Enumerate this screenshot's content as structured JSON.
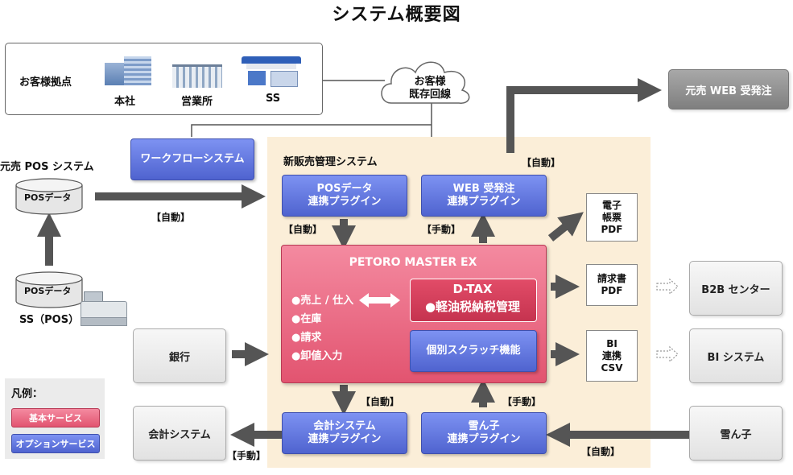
{
  "title": "システム概要図",
  "customer": {
    "label": "お客様拠点",
    "sites": [
      "本社",
      "営業所",
      "SS"
    ]
  },
  "cloud": {
    "line1": "お客様",
    "line2": "既存回線"
  },
  "web_order": "元売 WEB 受発注",
  "workflow": "ワークフローシステム",
  "pos_system": {
    "title": "元売 POS システム",
    "db_label": "POSデータ"
  },
  "ss_pos": {
    "db_label": "POSデータ",
    "label": "SS（POS）"
  },
  "panel_title": "新販売管理システム",
  "plugins": {
    "pos": [
      "POSデータ",
      "連携プラグイン"
    ],
    "web": [
      "WEB 受発注",
      "連携プラグイン"
    ],
    "account": [
      "会計システム",
      "連携プラグイン"
    ],
    "yukinko": [
      "雪ん子",
      "連携プラグイン"
    ]
  },
  "core": {
    "title": "PETORO MASTER EX",
    "items": [
      "●売上 / 仕入",
      "●在庫",
      "●請求",
      "●卸値入力"
    ],
    "dtax_line1": "D-TAX",
    "dtax_line2": "●軽油税納税管理",
    "scratch": "個別スクラッチ機能"
  },
  "docs": {
    "ledger": [
      "電子",
      "帳票",
      "PDF"
    ],
    "invoice": [
      "請求書",
      "PDF"
    ],
    "bi": [
      "BI",
      "連携",
      "CSV"
    ]
  },
  "right_systems": {
    "b2b": "B2B センター",
    "bi": "BI システム",
    "yukinko": "雪ん子"
  },
  "left_systems": {
    "bank": "銀行",
    "accounting": "会計システム"
  },
  "flows": {
    "auto": "【自動】",
    "manual": "【手動】"
  },
  "legend": {
    "title": "凡例：",
    "basic": "基本サービス",
    "option": "オプションサービス"
  },
  "colors": {
    "option_blue": "#5a6fdc",
    "core_pink": "#e85e78",
    "panel": "#fbeed8",
    "arrow": "#555555"
  }
}
